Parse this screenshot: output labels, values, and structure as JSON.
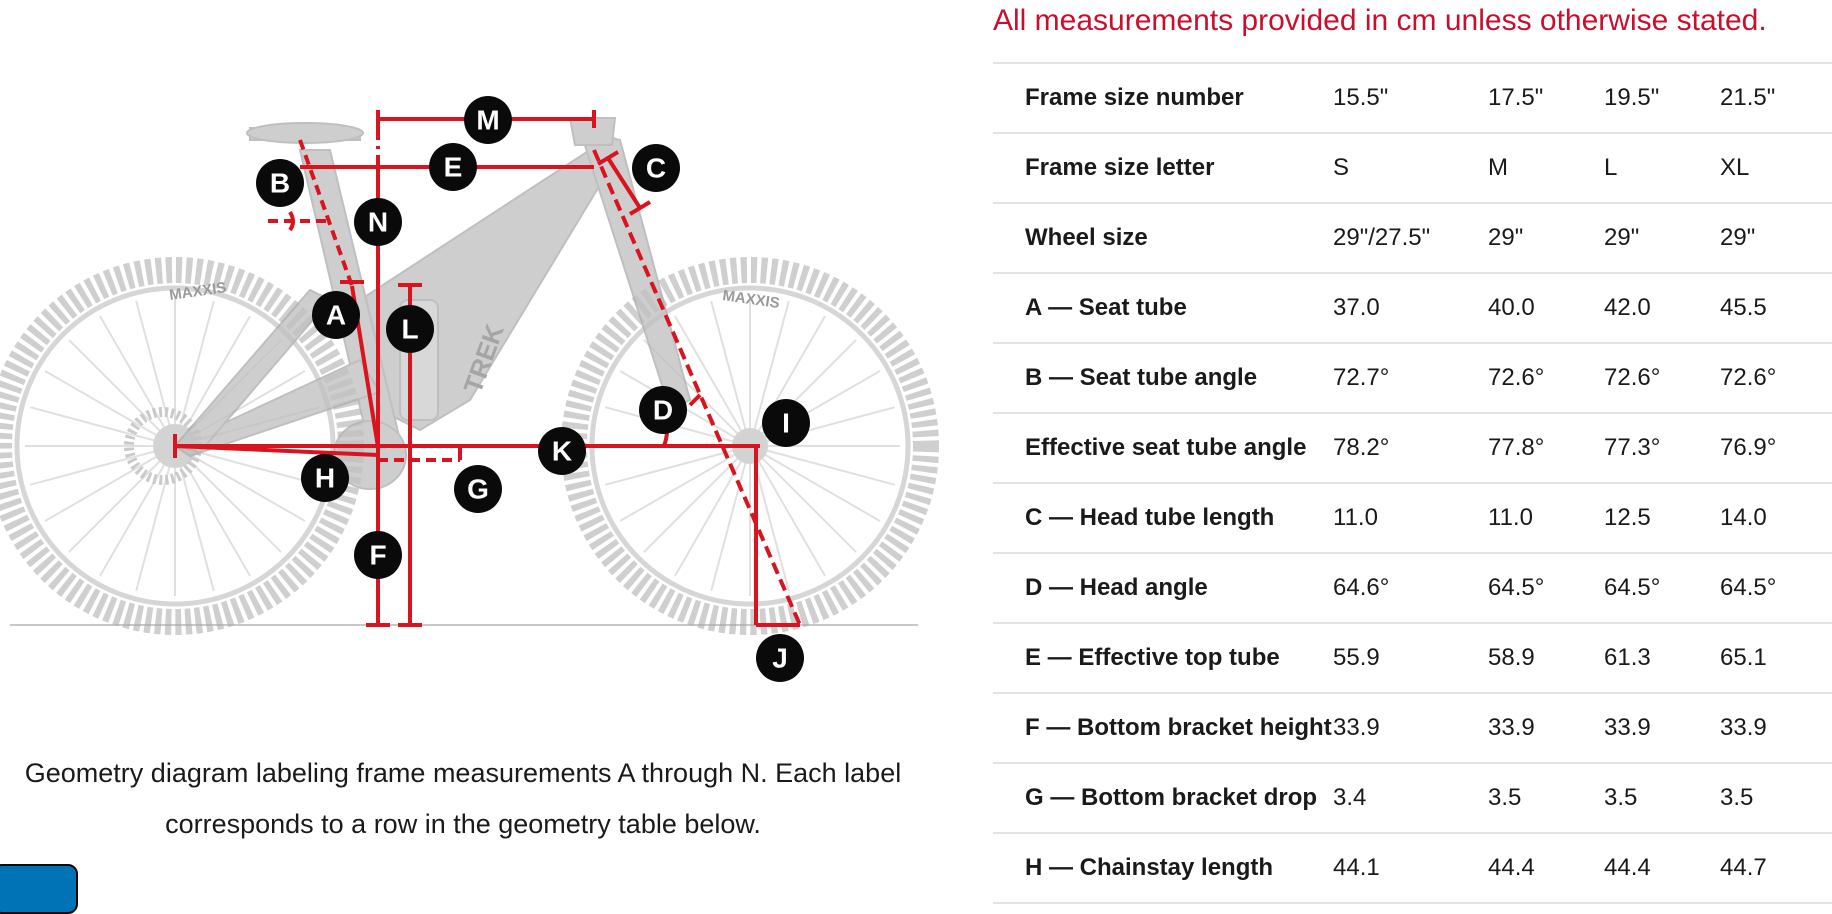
{
  "notice": "All measurements provided in cm unless otherwise stated.",
  "diagram": {
    "labels": [
      "A",
      "B",
      "C",
      "D",
      "E",
      "F",
      "G",
      "H",
      "I",
      "J",
      "K",
      "L",
      "M",
      "N"
    ],
    "tire_brand": "MAXXIS",
    "frame_brand": "TREK",
    "caption": "Geometry diagram labeling frame measurements A through N. Each label corresponds to a row in the geometry table below."
  },
  "table": {
    "rows": [
      {
        "label": "Frame size number",
        "values": [
          "15.5\"",
          "17.5\"",
          "19.5\"",
          "21.5\""
        ]
      },
      {
        "label": "Frame size letter",
        "values": [
          "S",
          "M",
          "L",
          "XL"
        ]
      },
      {
        "label": "Wheel size",
        "values": [
          "29\"/27.5\"",
          "29\"",
          "29\"",
          "29\""
        ]
      },
      {
        "label": "A — Seat tube",
        "values": [
          "37.0",
          "40.0",
          "42.0",
          "45.5"
        ]
      },
      {
        "label": "B — Seat tube angle",
        "values": [
          "72.7°",
          "72.6°",
          "72.6°",
          "72.6°"
        ]
      },
      {
        "label": "Effective seat tube angle",
        "values": [
          "78.2°",
          "77.8°",
          "77.3°",
          "76.9°"
        ]
      },
      {
        "label": "C — Head tube length",
        "values": [
          "11.0",
          "11.0",
          "12.5",
          "14.0"
        ]
      },
      {
        "label": "D — Head angle",
        "values": [
          "64.6°",
          "64.5°",
          "64.5°",
          "64.5°"
        ]
      },
      {
        "label": "E — Effective top tube",
        "values": [
          "55.9",
          "58.9",
          "61.3",
          "65.1"
        ]
      },
      {
        "label": "F — Bottom bracket height",
        "values": [
          "33.9",
          "33.9",
          "33.9",
          "33.9"
        ]
      },
      {
        "label": "G — Bottom bracket drop",
        "values": [
          "3.4",
          "3.5",
          "3.5",
          "3.5"
        ]
      },
      {
        "label": "H — Chainstay length",
        "values": [
          "44.1",
          "44.4",
          "44.4",
          "44.7"
        ]
      }
    ]
  },
  "colors": {
    "accent_red": "#c8102e",
    "measure_red": "#d9141e",
    "bike_gray": "#bdbdbd",
    "label_black": "#0a0a0a",
    "tab_blue": "#0073b7"
  }
}
